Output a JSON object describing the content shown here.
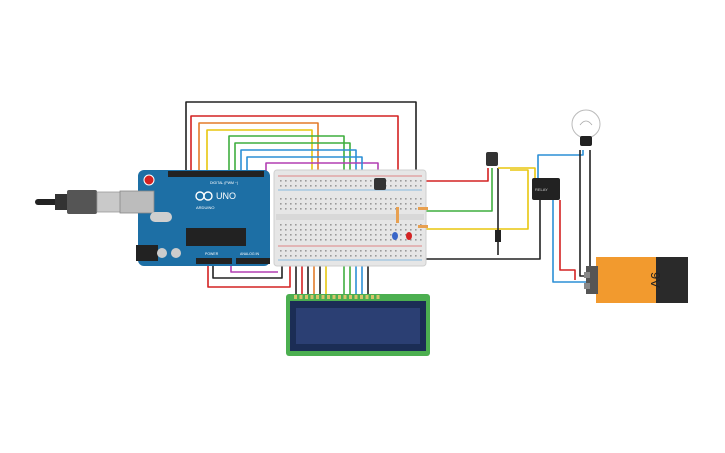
{
  "arduino": {
    "brand": "ARDUINO",
    "model": "UNO",
    "digital_label": "DIGITAL (PWM ~)",
    "power_label": "POWER",
    "analog_label": "ANALOG IN"
  },
  "battery": {
    "label": "9V"
  },
  "colors": {
    "arduino_blue": "#1d6fa5",
    "breadboard": "#e6e6e6",
    "lcd_board": "#4caf50",
    "lcd_screen": "#2b3f73",
    "battery_orange": "#f29a2e",
    "battery_black": "#2a2a2a",
    "wire_red": "#d32222",
    "wire_black": "#222222",
    "wire_yellow": "#e8c60f",
    "wire_green": "#3fae3f",
    "wire_blue": "#2b8fd6",
    "wire_purple": "#b23fb2",
    "wire_orange": "#e37b2a",
    "wire_gray": "#888888"
  },
  "icons": [
    "usb-cable-icon",
    "lightbulb-icon",
    "relay-icon",
    "led-icon",
    "resistor-icon",
    "transistor-icon",
    "buzzer-icon"
  ]
}
